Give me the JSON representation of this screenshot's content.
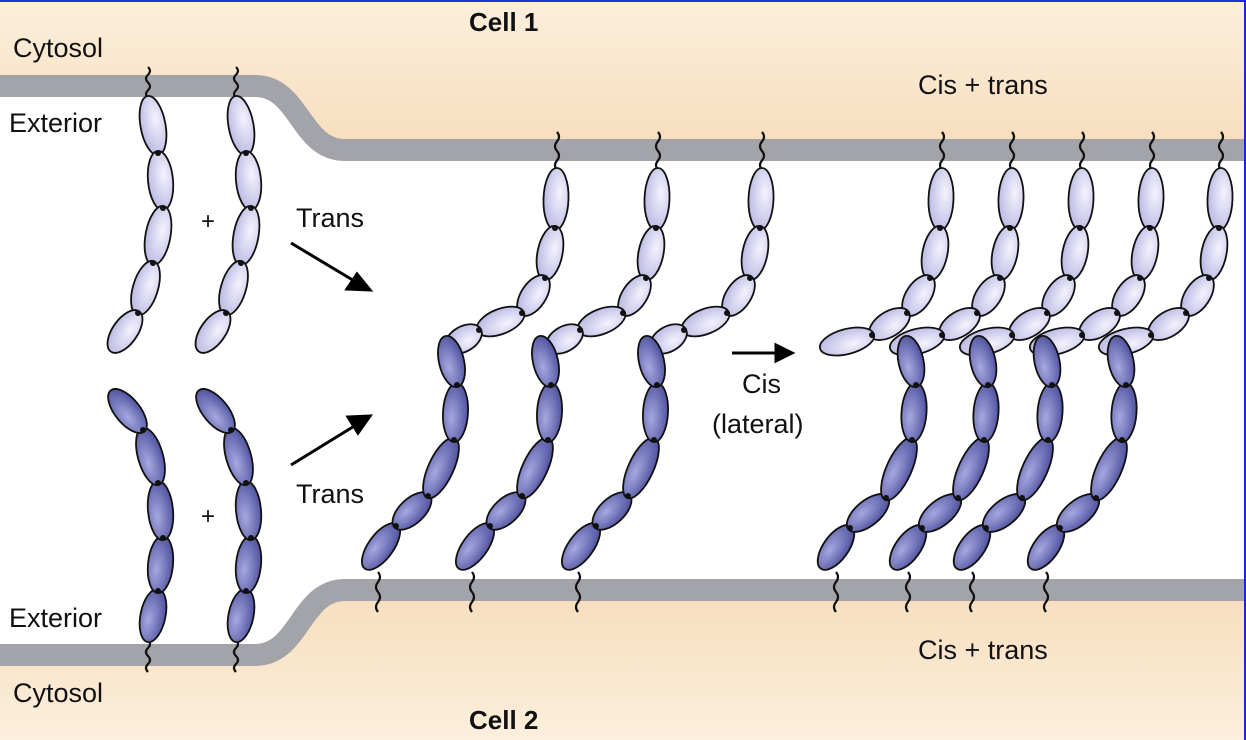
{
  "labels": {
    "cell1": "Cell 1",
    "cell2": "Cell 2",
    "cytosol_top": "Cytosol",
    "exterior_top": "Exterior",
    "exterior_bottom": "Exterior",
    "cytosol_bottom": "Cytosol",
    "trans_top": "Trans",
    "trans_bottom": "Trans",
    "cis": "Cis",
    "lateral": "(lateral)",
    "cis_trans_top": "Cis + trans",
    "cis_trans_bottom": "Cis + trans",
    "plus_top": "+",
    "plus_bottom": "+"
  },
  "colors": {
    "cytosol": "#f9e2c4",
    "membrane": "#a2a4aa",
    "light_cadherin": "#d2d0ee",
    "dark_cadherin": "#7376bb",
    "outline": "#111111",
    "frame_edge": "#2030d8"
  }
}
